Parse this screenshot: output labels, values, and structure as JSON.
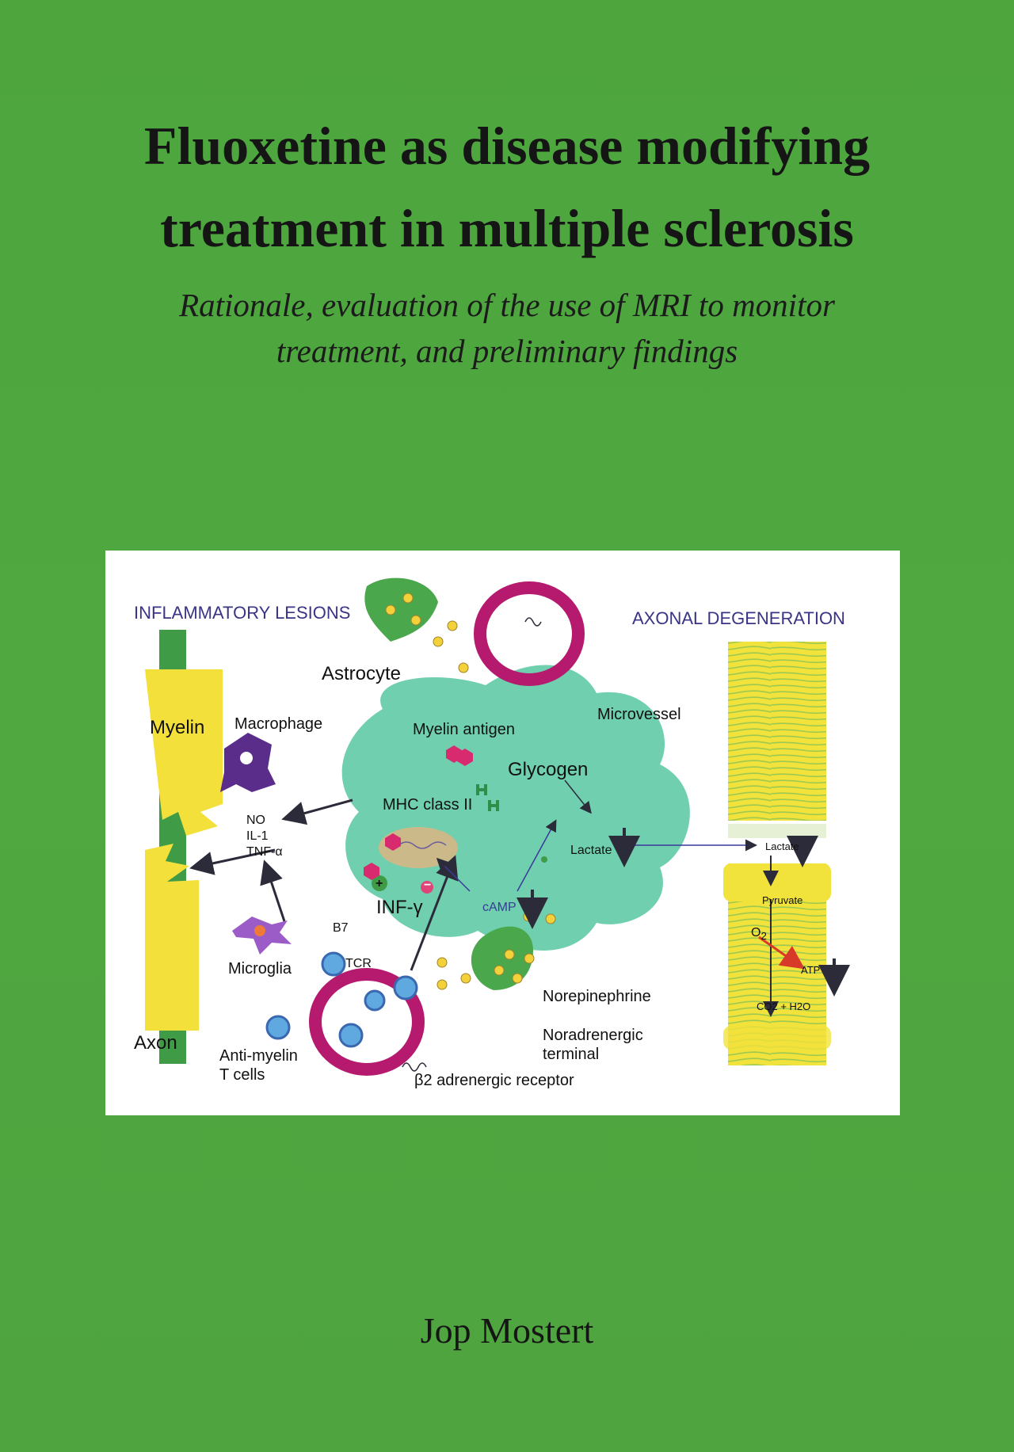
{
  "cover": {
    "title_lines": [
      "Fluoxetine as disease modifying",
      "treatment in multiple sclerosis"
    ],
    "subtitle_lines": [
      "Rationale, evaluation of the use of MRI to monitor",
      "treatment, and preliminary findings"
    ],
    "author": "Jop Mostert"
  },
  "figure": {
    "headings": {
      "left": "INFLAMMATORY LESIONS",
      "right": "AXONAL DEGENERATION"
    },
    "labels": {
      "astrocyte": "Astrocyte",
      "myelin": "Myelin",
      "macrophage": "Macrophage",
      "myelin_antigen": "Myelin antigen",
      "microvessel": "Microvessel",
      "glycogen": "Glycogen",
      "mhc": "MHC class II",
      "no": "NO",
      "il1": "IL-1",
      "tnf": "TNF-α",
      "lactate": "Lactate",
      "lactate_right": "Lactate",
      "pyruvate": "Pyruvate",
      "o2": "O",
      "atp": "ATP",
      "co2": "CO2 + H2O",
      "inf": "INF-γ",
      "camp": "cAMP",
      "b7": "B7",
      "tcr": "TCR",
      "microglia": "Microglia",
      "axon": "Axon",
      "anti_myelin": "Anti-myelin",
      "t_cells": "T cells",
      "norepinephrine": "Norepinephrine",
      "noradrenergic": "Noradrenergic",
      "terminal": "terminal",
      "beta2": "β2 adrenergic receptor",
      "plus": "+",
      "minus": "−"
    },
    "colors": {
      "myelin": "#f4e03a",
      "axon": "#3f9b45",
      "astrocyte": "#6fcfae",
      "vessel": "#b51a6e",
      "macrophage": "#5a2d8a",
      "heading": "#3a3486"
    }
  }
}
